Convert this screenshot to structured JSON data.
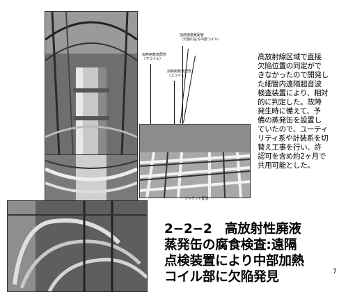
{
  "photos": {
    "callouts": [
      "加熱用蒸気配管\n（欠陥の在る中部コイル）",
      "加熱用蒸気配管\n（下コイル）",
      "加熱用蒸気配管\n（上コイル）"
    ],
    "pipe_caption": "ジャケット配管"
  },
  "side_text": {
    "lines": [
      "高放射線区域で直接",
      "欠陥位置の同定がで",
      "きなかったので開発し",
      "た細管内遠隔超音波",
      "検査装置により、相対",
      "的に判定した。故障",
      "発生時に備えて、予",
      "備の蒸発缶を設置し",
      "ていたので、ユーティ",
      "リティ系や計装系を切",
      "替え工事を行い、許",
      "認可を含め約2ヶ月で",
      "共用可能とした。"
    ]
  },
  "heading": {
    "lines": [
      "2−2−2　高放射性廃液",
      "蒸発缶の腐食検査:遠隔",
      "点検装置により中部加熱",
      "コイル部に欠陥発見"
    ]
  },
  "page_number": "7"
}
